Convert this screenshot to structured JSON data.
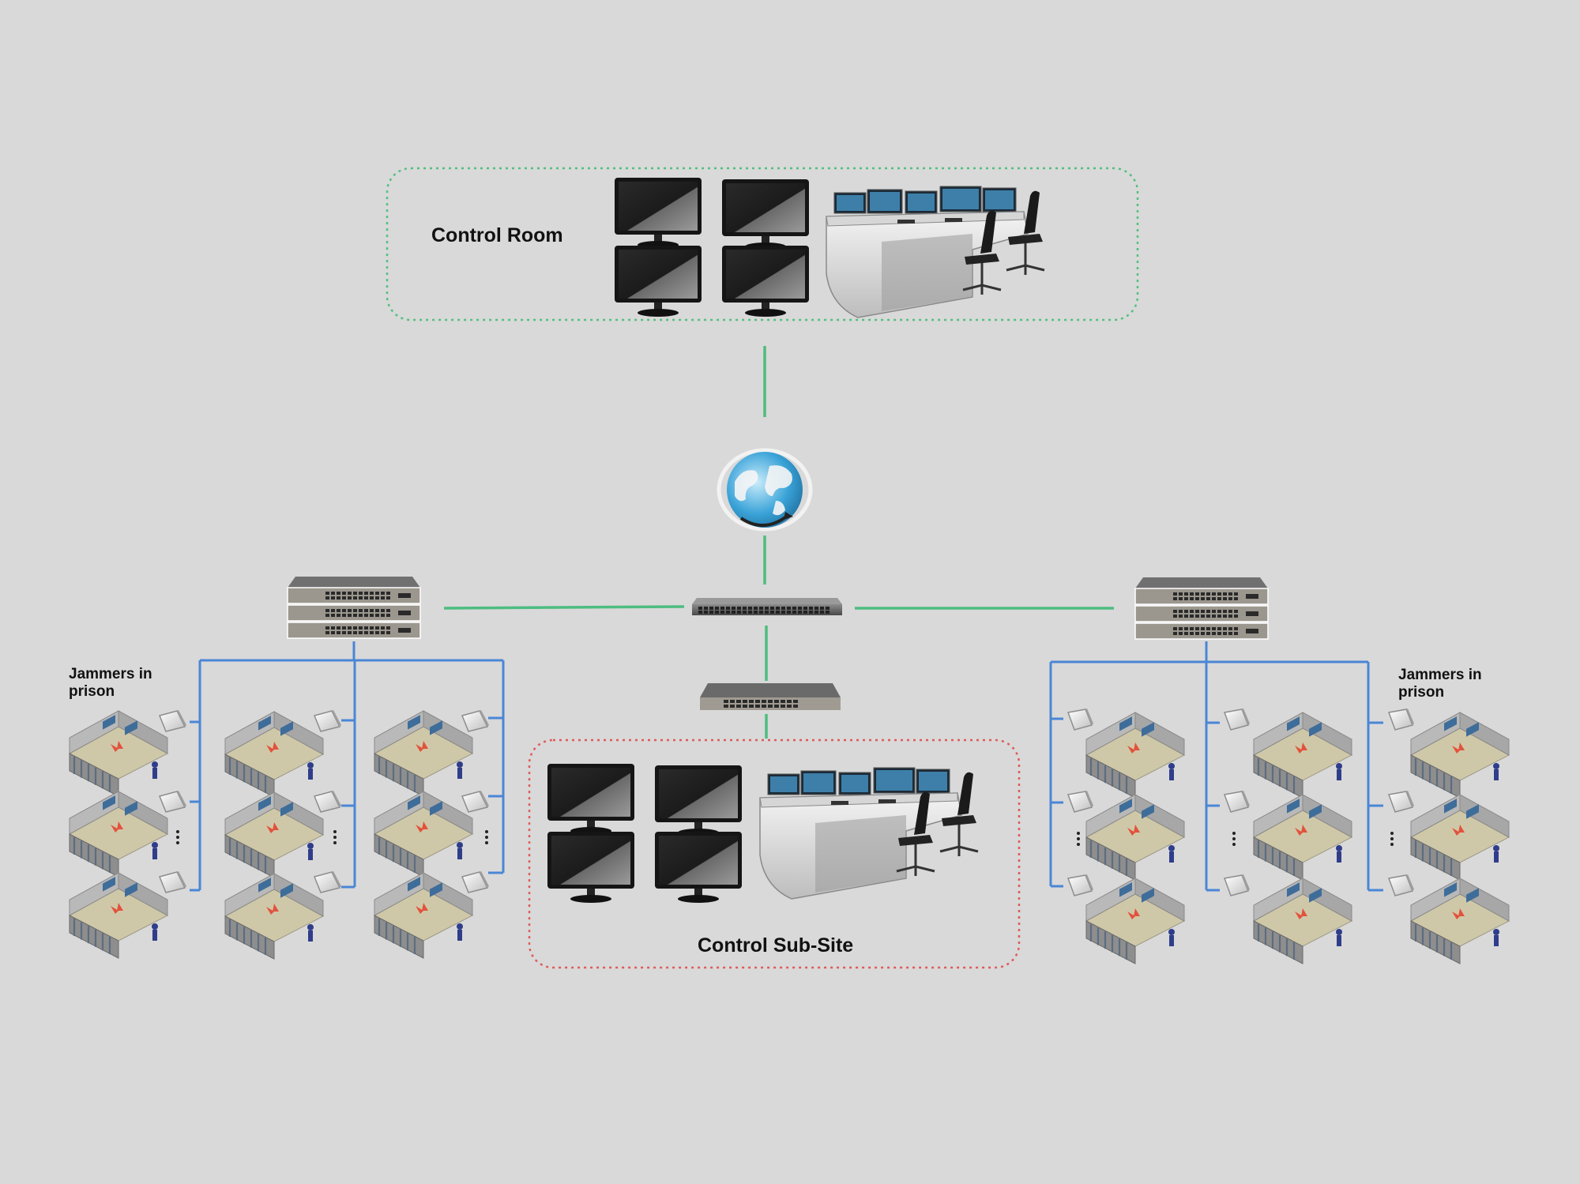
{
  "labels": {
    "control_room": "Control Room",
    "control_sub_site": "Control Sub-Site",
    "jammers_left": "Jammers in prison",
    "jammers_right": "Jammers in prison"
  },
  "colors": {
    "background": "#d9d9d9",
    "backbone_link": "#4dbd80",
    "access_link": "#4a86d6",
    "control_room_border": "#52c080",
    "sub_site_border": "#e05a5a"
  },
  "icons": {
    "monitor": "monitor-icon",
    "console": "control-console-icon",
    "cloud": "internet-globe-icon",
    "core_switch": "core-switch-icon",
    "stack_switch": "stacked-switch-icon",
    "access_switch": "access-switch-icon",
    "jammer": "jammer-device-icon",
    "cell": "prison-cell-icon"
  }
}
